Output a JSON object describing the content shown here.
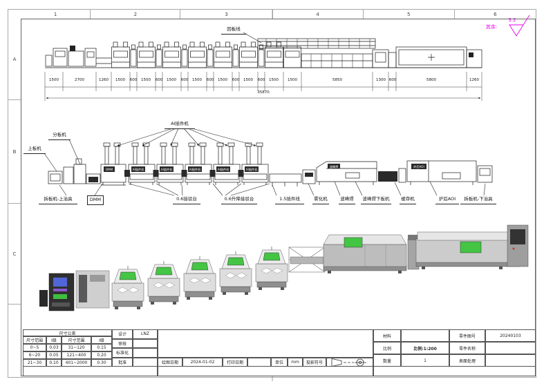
{
  "sheet": {
    "zones_top": [
      "1",
      "2",
      "3",
      "4",
      "5",
      "6"
    ],
    "zones_left": [
      "A",
      "B",
      "C"
    ],
    "surface_note": {
      "label": "其余:",
      "value": "3.2",
      "color": "#e800e8"
    }
  },
  "plan": {
    "callout_return_line": "回板线",
    "dims": [
      "1500",
      "2700",
      "1260",
      "1500",
      "600",
      "1500",
      "600",
      "1500",
      "600",
      "1500",
      "600",
      "1500",
      "600",
      "1500",
      "600",
      "1500",
      "1500",
      "5850",
      "1300",
      "600",
      "5800",
      "1260"
    ],
    "total": "35870"
  },
  "elevation": {
    "callout_loader": "上板机",
    "callout_separator": "分板机",
    "callout_ai": "AI插件机",
    "tags": {
      "dmm": "DMM",
      "ai": "AI插件机",
      "wave": "波峰焊",
      "aoi": "炉后AOI"
    },
    "bottom_labels": [
      "拆板机-上治具",
      "DMM",
      "0.6接驳台",
      "0.6升降接驳台",
      "1.5插件线",
      "雾化机",
      "波峰焊",
      "波峰焊下板机",
      "缓存机",
      "炉后AOI",
      "拆板机-下治具"
    ]
  },
  "title_block": {
    "tolerance": {
      "title": "尺寸公差",
      "col_headers": [
        "尺寸范围",
        "I级",
        "尺寸范围",
        "I级"
      ],
      "rows": [
        [
          "0~5",
          "0.03",
          "31~120",
          "0.15"
        ],
        [
          "6~20",
          "0.05",
          "121~400",
          "0.20"
        ],
        [
          "21~30",
          "0.10",
          "401~2000",
          "0.30"
        ]
      ]
    },
    "approval": [
      {
        "label": "设计",
        "value": "LNZ"
      },
      {
        "label": "审核",
        "value": ""
      },
      {
        "label": "标准化",
        "value": ""
      },
      {
        "label": "批准",
        "value": ""
      }
    ],
    "info_row": {
      "draw_date_label": "绘图日期",
      "draw_date": "2024-01-02",
      "print_date_label": "打印日期",
      "print_date": "",
      "unit_label": "单位",
      "unit": "mm",
      "projection_label": "投影符号"
    },
    "part_info": {
      "material_label": "材料",
      "material": "",
      "scale_label": "比例",
      "scale": "比例:1:200",
      "qty_label": "数量",
      "qty": "1",
      "drawing_no_label": "零件图号",
      "drawing_no": "20240103",
      "part_name_label": "零件名称",
      "part_name": "",
      "surface_label": "表面处理",
      "surface": ""
    }
  }
}
